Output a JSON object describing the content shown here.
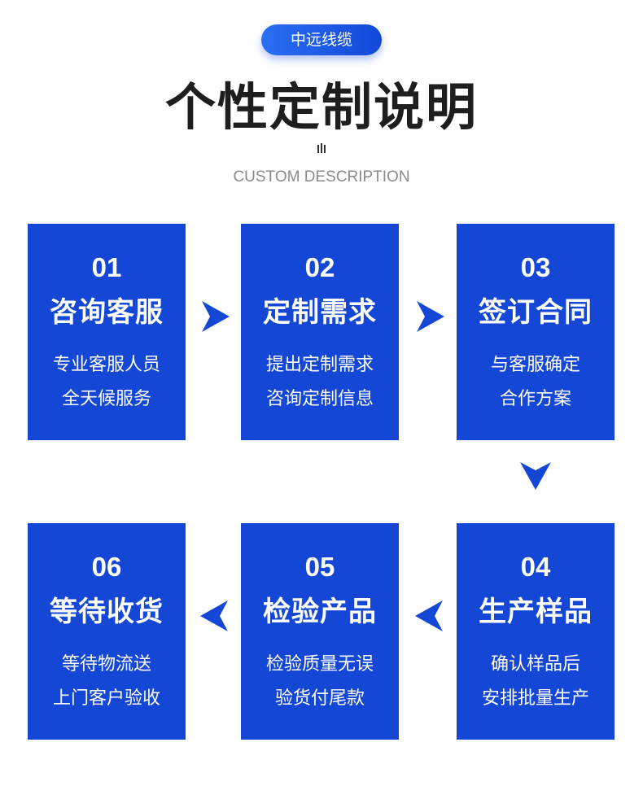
{
  "brand_badge": "中远线缆",
  "title": "个性定制说明",
  "subtitle": "CUSTOM DESCRIPTION",
  "steps": [
    {
      "num": "01",
      "title": "咨询客服",
      "line1": "专业客服人员",
      "line2": "全天候服务"
    },
    {
      "num": "02",
      "title": "定制需求",
      "line1": "提出定制需求",
      "line2": "咨询定制信息"
    },
    {
      "num": "03",
      "title": "签订合同",
      "line1": "与客服确定",
      "line2": "合作方案"
    },
    {
      "num": "04",
      "title": "生产样品",
      "line1": "确认样品后",
      "line2": "安排批量生产"
    },
    {
      "num": "05",
      "title": "检验产品",
      "line1": "检验质量无误",
      "line2": "验货付尾款"
    },
    {
      "num": "06",
      "title": "等待收货",
      "line1": "等待物流送",
      "line2": "上门客户验收"
    }
  ],
  "arrows": [
    {
      "icon": "arrow-right-icon",
      "from": "01",
      "to": "02"
    },
    {
      "icon": "arrow-right-icon",
      "from": "02",
      "to": "03"
    },
    {
      "icon": "arrow-down-icon",
      "from": "03",
      "to": "04"
    },
    {
      "icon": "arrow-left-icon",
      "from": "04",
      "to": "05"
    },
    {
      "icon": "arrow-left-icon",
      "from": "05",
      "to": "06"
    }
  ],
  "colors": {
    "card": "#1447d6",
    "badge": "#1f5de8",
    "title": "#1e1e1e",
    "subtitle": "#8a8a8a"
  }
}
